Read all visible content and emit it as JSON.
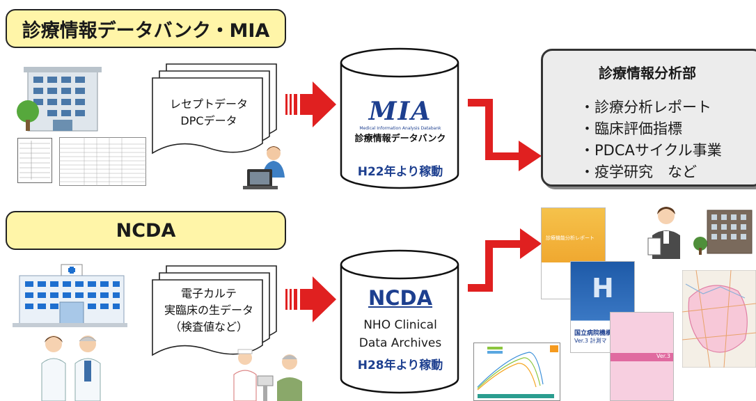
{
  "mia_section": {
    "header": "診療情報データバンク・MIA",
    "document_lines": [
      "レセプトデータ",
      "DPCデータ"
    ],
    "db_logo": "MIA",
    "db_logo_subtitle": "Medical Information Analysis Databank",
    "db_name": "診療情報データバンク",
    "db_since": "H22年より稼動"
  },
  "ncda_section": {
    "header": "NCDA",
    "document_lines": [
      "電子カルテ",
      "実臨床の生データ",
      "（検査値など）"
    ],
    "db_logo": "NCDA",
    "db_line1": "NHO Clinical",
    "db_line2": "Data Archives",
    "db_since": "H28年より稼動"
  },
  "result_box": {
    "title": "診療情報分析部",
    "items": [
      "・診療分析レポート",
      "・臨床評価指標",
      "・PDCAサイクル事業",
      "・疫学研究　など"
    ]
  },
  "report_thumbnails": {
    "report1_title": "診療機能分析レポート",
    "report2_bottom": "国立病院機構臨",
    "report2_sub": "Ver.3 計測マ",
    "report3_title": "Ver.3"
  },
  "colors": {
    "header_fill": "#fff5a8",
    "arrow_red": "#e02020",
    "db_blue": "#1d3f8f",
    "result_fill": "#ececec"
  }
}
